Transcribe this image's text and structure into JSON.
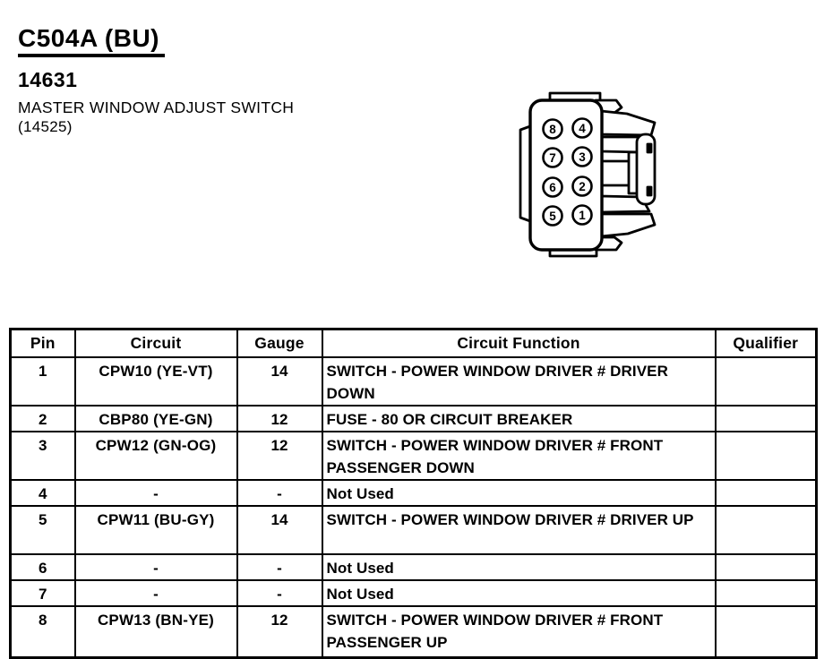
{
  "header": {
    "connector_id": "C504A (BU)",
    "part_number": "14631",
    "component_name": "MASTER WINDOW ADJUST SWITCH",
    "component_ref": "(14525)"
  },
  "connector": {
    "pins": {
      "left": [
        "8",
        "7",
        "6",
        "5"
      ],
      "right": [
        "4",
        "3",
        "2",
        "1"
      ]
    }
  },
  "table": {
    "headers": [
      "Pin",
      "Circuit",
      "Gauge",
      "Circuit Function",
      "Qualifier"
    ],
    "rows": [
      {
        "pin": "1",
        "circuit": "CPW10 (YE-VT)",
        "gauge": "14",
        "function": "SWITCH - POWER WINDOW DRIVER # DRIVER DOWN",
        "qualifier": ""
      },
      {
        "pin": "2",
        "circuit": "CBP80 (YE-GN)",
        "gauge": "12",
        "function": "FUSE - 80 OR CIRCUIT BREAKER",
        "qualifier": ""
      },
      {
        "pin": "3",
        "circuit": "CPW12 (GN-OG)",
        "gauge": "12",
        "function": "SWITCH - POWER WINDOW DRIVER # FRONT PASSENGER DOWN",
        "qualifier": ""
      },
      {
        "pin": "4",
        "circuit": "-",
        "gauge": "-",
        "function": "Not Used",
        "qualifier": ""
      },
      {
        "pin": "5",
        "circuit": "CPW11 (BU-GY)",
        "gauge": "14",
        "function": "SWITCH - POWER WINDOW DRIVER # DRIVER UP",
        "qualifier": ""
      },
      {
        "pin": "6",
        "circuit": "-",
        "gauge": "-",
        "function": "Not Used",
        "qualifier": ""
      },
      {
        "pin": "7",
        "circuit": "-",
        "gauge": "-",
        "function": "Not Used",
        "qualifier": ""
      },
      {
        "pin": "8",
        "circuit": "CPW13 (BN-YE)",
        "gauge": "12",
        "function": "SWITCH - POWER WINDOW DRIVER # FRONT PASSENGER UP",
        "qualifier": ""
      }
    ]
  },
  "colors": {
    "ink": "#000000",
    "paper": "#ffffff"
  }
}
